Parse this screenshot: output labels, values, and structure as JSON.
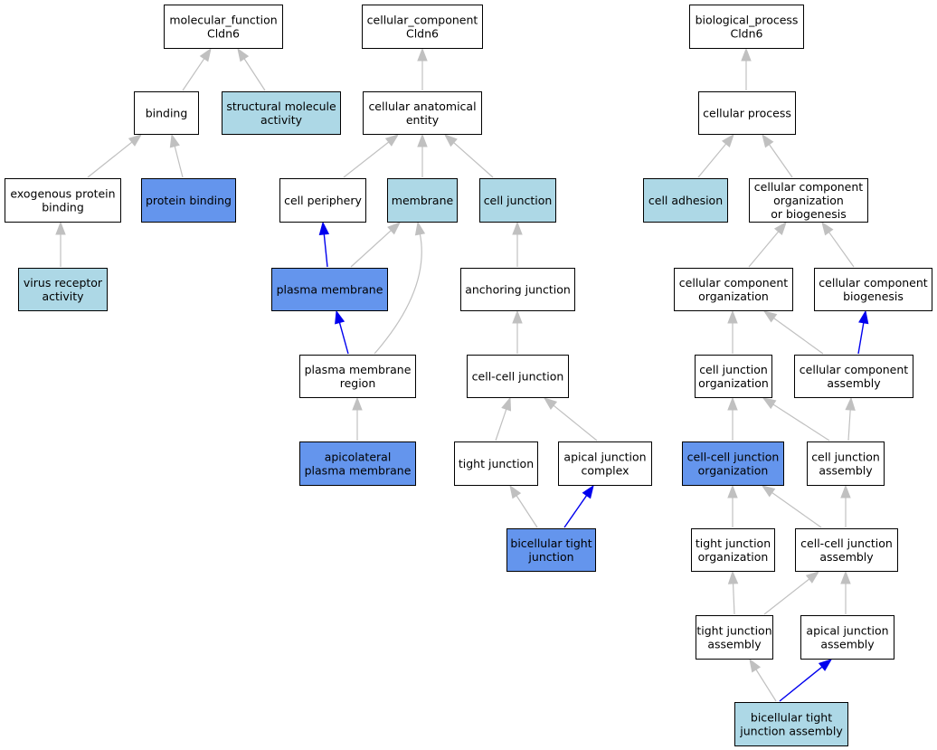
{
  "colors": {
    "edge_is_a": "#c0c0c0",
    "edge_part_of": "#0000ee",
    "node_default": "#ffffff",
    "node_light": "#add8e6",
    "node_dark": "#6495ed"
  },
  "nodes": [
    {
      "id": "mf",
      "lines": [
        "molecular_function",
        "Cldn6"
      ],
      "fill": "default"
    },
    {
      "id": "binding",
      "lines": [
        "binding"
      ],
      "fill": "default"
    },
    {
      "id": "structmol",
      "lines": [
        "structural molecule",
        "activity"
      ],
      "fill": "light"
    },
    {
      "id": "exoprot",
      "lines": [
        "exogenous protein",
        "binding"
      ],
      "fill": "default"
    },
    {
      "id": "protbind",
      "lines": [
        "protein binding"
      ],
      "fill": "dark"
    },
    {
      "id": "virusrec",
      "lines": [
        "virus receptor",
        "activity"
      ],
      "fill": "light"
    },
    {
      "id": "cc",
      "lines": [
        "cellular_component",
        "Cldn6"
      ],
      "fill": "default"
    },
    {
      "id": "cae",
      "lines": [
        "cellular anatomical",
        "entity"
      ],
      "fill": "default"
    },
    {
      "id": "periph",
      "lines": [
        "cell periphery"
      ],
      "fill": "default"
    },
    {
      "id": "membrane",
      "lines": [
        "membrane"
      ],
      "fill": "light"
    },
    {
      "id": "celljunc",
      "lines": [
        "cell junction"
      ],
      "fill": "light"
    },
    {
      "id": "plasmamem",
      "lines": [
        "plasma membrane"
      ],
      "fill": "dark"
    },
    {
      "id": "anchor",
      "lines": [
        "anchoring junction"
      ],
      "fill": "default"
    },
    {
      "id": "pmregion",
      "lines": [
        "plasma membrane",
        "region"
      ],
      "fill": "default"
    },
    {
      "id": "ccjunc",
      "lines": [
        "cell-cell junction"
      ],
      "fill": "default"
    },
    {
      "id": "apicolat",
      "lines": [
        "apicolateral",
        "plasma membrane"
      ],
      "fill": "dark"
    },
    {
      "id": "tightj",
      "lines": [
        "tight junction"
      ],
      "fill": "default"
    },
    {
      "id": "apicaljc",
      "lines": [
        "apical junction",
        "complex"
      ],
      "fill": "default"
    },
    {
      "id": "bicell",
      "lines": [
        "bicellular tight",
        "junction"
      ],
      "fill": "dark"
    },
    {
      "id": "bp",
      "lines": [
        "biological_process",
        "Cldn6"
      ],
      "fill": "default"
    },
    {
      "id": "cellproc",
      "lines": [
        "cellular process"
      ],
      "fill": "default"
    },
    {
      "id": "celladh",
      "lines": [
        "cell adhesion"
      ],
      "fill": "light"
    },
    {
      "id": "ccob",
      "lines": [
        "cellular component",
        "organization",
        "or biogenesis"
      ],
      "fill": "default"
    },
    {
      "id": "ccorg",
      "lines": [
        "cellular component",
        "organization"
      ],
      "fill": "default"
    },
    {
      "id": "ccbio",
      "lines": [
        "cellular component",
        "biogenesis"
      ],
      "fill": "default"
    },
    {
      "id": "cjorg",
      "lines": [
        "cell junction",
        "organization"
      ],
      "fill": "default"
    },
    {
      "id": "ccasm",
      "lines": [
        "cellular component",
        "assembly"
      ],
      "fill": "default"
    },
    {
      "id": "ccjorg",
      "lines": [
        "cell-cell junction",
        "organization"
      ],
      "fill": "dark"
    },
    {
      "id": "cjasm",
      "lines": [
        "cell junction",
        "assembly"
      ],
      "fill": "default"
    },
    {
      "id": "tjorg",
      "lines": [
        "tight junction",
        "organization"
      ],
      "fill": "default"
    },
    {
      "id": "ccjasm",
      "lines": [
        "cell-cell junction",
        "assembly"
      ],
      "fill": "default"
    },
    {
      "id": "tjasm",
      "lines": [
        "tight junction",
        "assembly"
      ],
      "fill": "default"
    },
    {
      "id": "apjasm",
      "lines": [
        "apical junction",
        "assembly"
      ],
      "fill": "default"
    },
    {
      "id": "btjasm",
      "lines": [
        "bicellular tight",
        "junction assembly"
      ],
      "fill": "light"
    }
  ],
  "edges": [
    {
      "from": "binding",
      "to": "mf",
      "type": "is_a"
    },
    {
      "from": "structmol",
      "to": "mf",
      "type": "is_a"
    },
    {
      "from": "exoprot",
      "to": "binding",
      "type": "is_a"
    },
    {
      "from": "protbind",
      "to": "binding",
      "type": "is_a"
    },
    {
      "from": "virusrec",
      "to": "exoprot",
      "type": "is_a"
    },
    {
      "from": "cae",
      "to": "cc",
      "type": "is_a"
    },
    {
      "from": "periph",
      "to": "cae",
      "type": "is_a"
    },
    {
      "from": "membrane",
      "to": "cae",
      "type": "is_a"
    },
    {
      "from": "celljunc",
      "to": "cae",
      "type": "is_a"
    },
    {
      "from": "plasmamem",
      "to": "periph",
      "type": "part_of"
    },
    {
      "from": "plasmamem",
      "to": "membrane",
      "type": "is_a"
    },
    {
      "from": "pmregion",
      "to": "plasmamem",
      "type": "part_of"
    },
    {
      "from": "pmregion",
      "to": "membrane",
      "type": "is_a"
    },
    {
      "from": "apicolat",
      "to": "pmregion",
      "type": "is_a"
    },
    {
      "from": "anchor",
      "to": "celljunc",
      "type": "is_a"
    },
    {
      "from": "ccjunc",
      "to": "anchor",
      "type": "is_a"
    },
    {
      "from": "tightj",
      "to": "ccjunc",
      "type": "is_a"
    },
    {
      "from": "apicaljc",
      "to": "ccjunc",
      "type": "is_a"
    },
    {
      "from": "bicell",
      "to": "tightj",
      "type": "is_a"
    },
    {
      "from": "bicell",
      "to": "apicaljc",
      "type": "part_of"
    },
    {
      "from": "cellproc",
      "to": "bp",
      "type": "is_a"
    },
    {
      "from": "celladh",
      "to": "cellproc",
      "type": "is_a"
    },
    {
      "from": "ccob",
      "to": "cellproc",
      "type": "is_a"
    },
    {
      "from": "ccorg",
      "to": "ccob",
      "type": "is_a"
    },
    {
      "from": "ccbio",
      "to": "ccob",
      "type": "is_a"
    },
    {
      "from": "cjorg",
      "to": "ccorg",
      "type": "is_a"
    },
    {
      "from": "ccasm",
      "to": "ccorg",
      "type": "is_a"
    },
    {
      "from": "ccasm",
      "to": "ccbio",
      "type": "part_of"
    },
    {
      "from": "ccjorg",
      "to": "cjorg",
      "type": "is_a"
    },
    {
      "from": "cjasm",
      "to": "cjorg",
      "type": "is_a"
    },
    {
      "from": "cjasm",
      "to": "ccasm",
      "type": "is_a"
    },
    {
      "from": "tjorg",
      "to": "ccjorg",
      "type": "is_a"
    },
    {
      "from": "ccjasm",
      "to": "ccjorg",
      "type": "is_a"
    },
    {
      "from": "ccjasm",
      "to": "cjasm",
      "type": "is_a"
    },
    {
      "from": "tjasm",
      "to": "tjorg",
      "type": "is_a"
    },
    {
      "from": "tjasm",
      "to": "ccjasm",
      "type": "is_a"
    },
    {
      "from": "apjasm",
      "to": "ccjasm",
      "type": "is_a"
    },
    {
      "from": "btjasm",
      "to": "tjasm",
      "type": "is_a"
    },
    {
      "from": "btjasm",
      "to": "apjasm",
      "type": "part_of"
    }
  ]
}
